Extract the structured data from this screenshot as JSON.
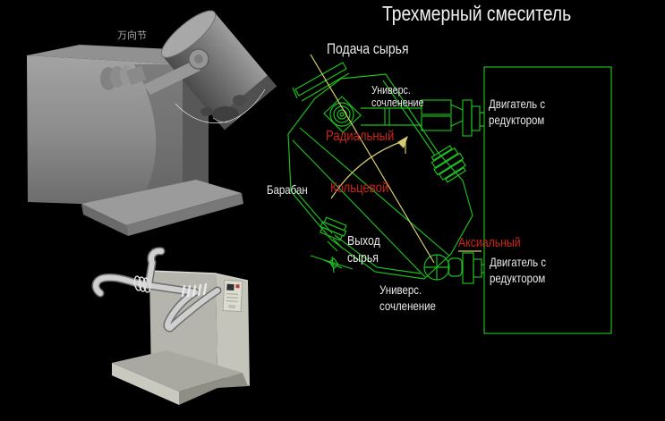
{
  "title": "Трехмерный смеситель",
  "colors": {
    "background": "#000000",
    "wireframe_green": "#1ec11e",
    "label_red": "#cb241a",
    "axis_yellow": "#d5cb74",
    "text_white": "#e9e9e9"
  },
  "photos": {
    "top_machine_label": "万向节"
  },
  "diagram": {
    "feed": "Подача сырья",
    "joint_top": {
      "line1": "Универс.",
      "line2": "сочленение"
    },
    "radial": "Радиальный",
    "ring": "Кольцевой",
    "drum": "Барабан",
    "outlet": {
      "line1": "Выход",
      "line2": "сырья"
    },
    "joint_bottom": {
      "line1": "Универс.",
      "line2": "сочленение"
    },
    "axial": "Аксиальный",
    "motor_top": {
      "line1": "Двигатель с",
      "line2": "редуктором"
    },
    "motor_bottom": {
      "line1": "Двигатель с",
      "line2": "редуктором"
    }
  }
}
